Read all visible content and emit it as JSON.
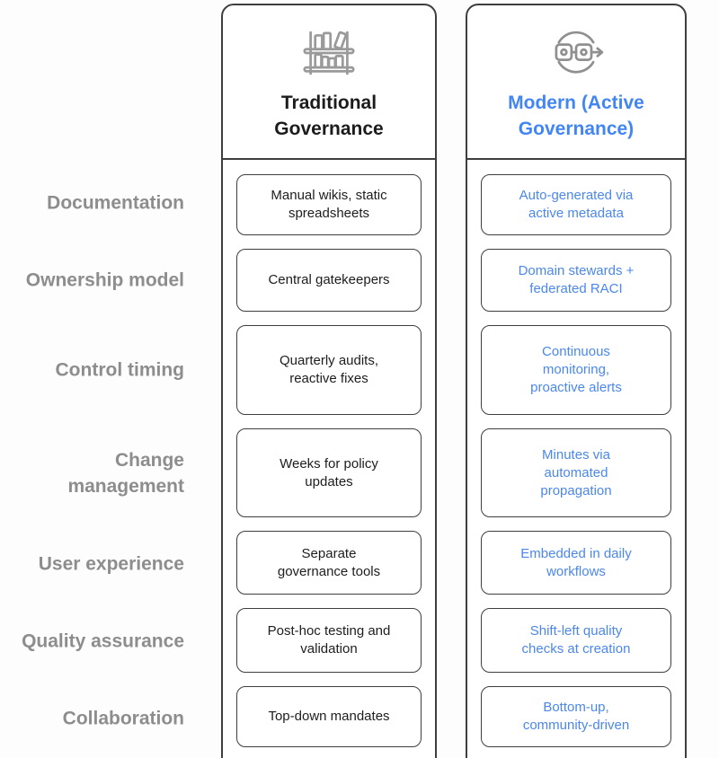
{
  "colors": {
    "accent_blue": "#4285f4",
    "accent_blue_cell": "#4b87ec",
    "label_gray": "#8d8d8d",
    "border_dark": "#3e3e3e",
    "icon_gray": "#9a9a9a"
  },
  "columns": {
    "traditional": {
      "title": "Traditional\nGovernance",
      "icon": "bookshelf-icon"
    },
    "modern": {
      "title": "Modern (Active\nGovernance)",
      "icon": "process-cycle-icon"
    }
  },
  "rows": [
    {
      "label": "Documentation",
      "traditional": "Manual wikis, static\nspreadsheets",
      "modern": "Auto-generated via\nactive metadata"
    },
    {
      "label": "Ownership model",
      "traditional": "Central gatekeepers",
      "modern": "Domain stewards +\nfederated RACI"
    },
    {
      "label": "Control timing",
      "traditional": "Quarterly audits,\nreactive fixes",
      "modern": "Continuous\nmonitoring,\nproactive alerts"
    },
    {
      "label": "Change\nmanagement",
      "traditional": "Weeks for policy\nupdates",
      "modern": "Minutes via\nautomated\npropagation"
    },
    {
      "label": "User experience",
      "traditional": "Separate\ngovernance tools",
      "modern": "Embedded in daily\nworkflows"
    },
    {
      "label": "Quality assurance",
      "traditional": "Post-hoc testing and\nvalidation",
      "modern": "Shift-left quality\nchecks at creation"
    },
    {
      "label": "Collaboration",
      "traditional": "Top-down mandates",
      "modern": "Bottom-up,\ncommunity-driven"
    }
  ]
}
